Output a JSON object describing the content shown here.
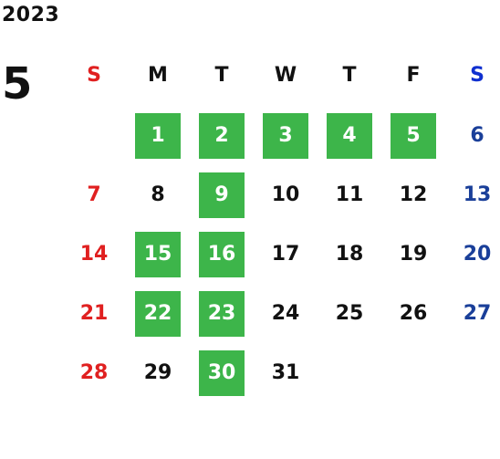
{
  "year": "2023",
  "month": "5",
  "colors": {
    "sunday": "#e02020",
    "saturday": "#1a3f99",
    "saturday_header": "#1030d0",
    "highlight": "#3db54a",
    "text": "#111111"
  },
  "weekdays": [
    "S",
    "M",
    "T",
    "W",
    "T",
    "F",
    "S"
  ],
  "weeks": [
    [
      {
        "day": "",
        "hl": false
      },
      {
        "day": "1",
        "hl": true
      },
      {
        "day": "2",
        "hl": true
      },
      {
        "day": "3",
        "hl": true
      },
      {
        "day": "4",
        "hl": true
      },
      {
        "day": "5",
        "hl": true
      },
      {
        "day": "6",
        "hl": false
      }
    ],
    [
      {
        "day": "7",
        "hl": false
      },
      {
        "day": "8",
        "hl": false
      },
      {
        "day": "9",
        "hl": true
      },
      {
        "day": "10",
        "hl": false
      },
      {
        "day": "11",
        "hl": false
      },
      {
        "day": "12",
        "hl": false
      },
      {
        "day": "13",
        "hl": false
      }
    ],
    [
      {
        "day": "14",
        "hl": false
      },
      {
        "day": "15",
        "hl": true
      },
      {
        "day": "16",
        "hl": true
      },
      {
        "day": "17",
        "hl": false
      },
      {
        "day": "18",
        "hl": false
      },
      {
        "day": "19",
        "hl": false
      },
      {
        "day": "20",
        "hl": false
      }
    ],
    [
      {
        "day": "21",
        "hl": false
      },
      {
        "day": "22",
        "hl": true
      },
      {
        "day": "23",
        "hl": true
      },
      {
        "day": "24",
        "hl": false
      },
      {
        "day": "25",
        "hl": false
      },
      {
        "day": "26",
        "hl": false
      },
      {
        "day": "27",
        "hl": false
      }
    ],
    [
      {
        "day": "28",
        "hl": false
      },
      {
        "day": "29",
        "hl": false
      },
      {
        "day": "30",
        "hl": true
      },
      {
        "day": "31",
        "hl": false
      },
      {
        "day": "",
        "hl": false
      },
      {
        "day": "",
        "hl": false
      },
      {
        "day": "",
        "hl": false
      }
    ]
  ]
}
